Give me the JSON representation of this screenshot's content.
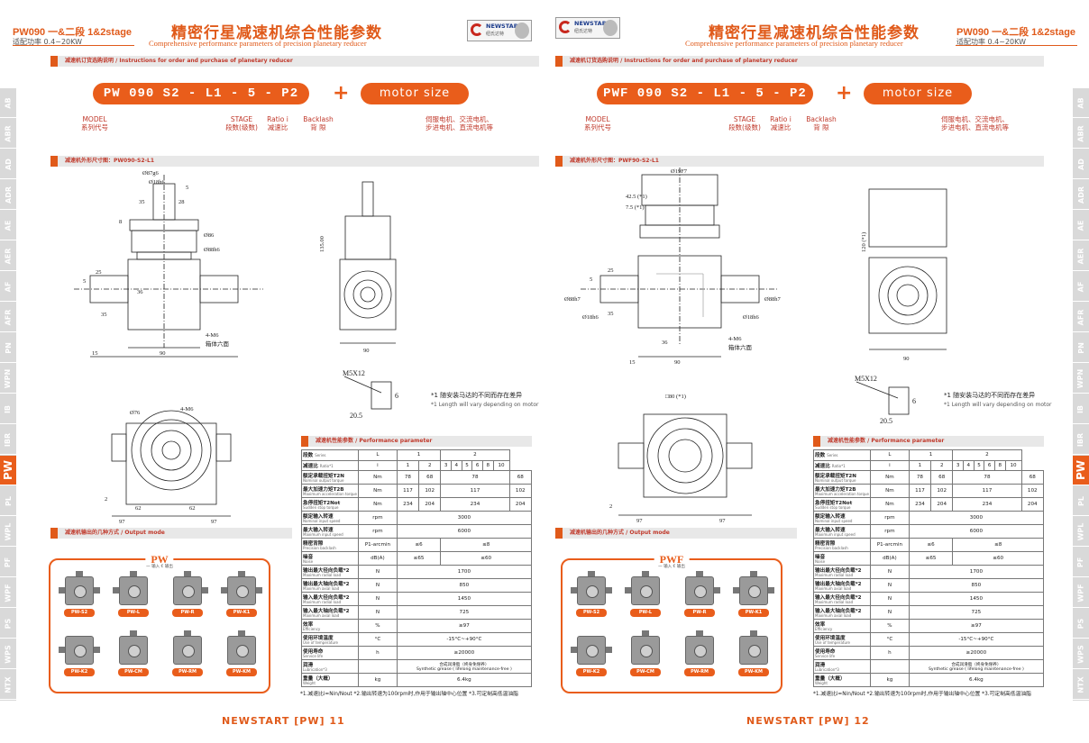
{
  "pages": [
    {
      "model_header": "PW090 一&二段 1&2stage",
      "power_range": "适配功率  0.4~20KW",
      "title_cn": "精密行星减速机综合性能参数",
      "title_en": "Comprehensive performance parameters of precision planetary reducer",
      "logo": {
        "brand": "NEWSTART",
        "sub_cn": "纽氏达特"
      },
      "order_section": "减速机订货选购说明  / Instructions for order and purchase of planetary reducer",
      "order_code": "PW 090  S2 -  L1 -  5 -  P2",
      "plus": "+",
      "motor_size": "motor size",
      "labels": {
        "model": "MODEL\n系列代号",
        "stage": "STAGE\n段数(级数)",
        "ratio": "Ratio i\n减速比",
        "backlash": "Backlash\n背  隙",
        "motor": "伺服电机、交流电机、\n步进电机、直流电机等"
      },
      "dim_section": "减速机外形尺寸图：PW090-S2-L1",
      "dims": {
        "d1": "Ø87g6",
        "d2": "Ø18h6",
        "d3": "35",
        "d4": "28",
        "d5": "5",
        "d6": "8",
        "d7": "Ø86",
        "d8": "Ø88h6",
        "d9": "25",
        "d10": "5",
        "d11": "36",
        "d12": "35",
        "d13": "90",
        "d14": "15",
        "d15": "4-M6",
        "d16": "箱体六面",
        "d17": "135.00",
        "d18": "M5X12",
        "d19": "20.5",
        "d20": "6",
        "d21": "Ø76",
        "d22": "62",
        "d23": "97",
        "d24": "2"
      },
      "length_note_cn": "*1 随安装马达的不同而存在差异",
      "length_note_en": "*1 Length will vary depending on motor",
      "perf_section": "减速机性能参数  / Performance parameter",
      "output_section": "减速机输出的几种方式  / Output mode",
      "output_title": "PW",
      "output_legend": "一 输入  € 输出",
      "output_tags": [
        "PW-S2",
        "PW-L",
        "PW-R",
        "PW-K1",
        "PW-K2",
        "PW-CM",
        "PW-RM",
        "PW-KM"
      ],
      "footer_note": "*1.减速比i=Nin/Nout  *2.输出转速为100rpm时,作用于输出轴中心位置  *3.可定制高低温油脂",
      "page_footer": "NEWSTART [PW] 11"
    },
    {
      "model_header": "PW090 一&二段 1&2stage",
      "power_range": "适配功率  0.4~20KW",
      "title_cn": "精密行星减速机综合性能参数",
      "title_en": "Comprehensive performance parameters of precision planetary reducer",
      "logo": {
        "brand": "NEWSTART",
        "sub_cn": "纽氏达特"
      },
      "order_section": "减速机订货选购说明  / Instructions for order and purchase of planetary reducer",
      "order_code": "PWF 090  S2 -  L1 -  5 -  P2",
      "plus": "+",
      "motor_size": "motor size",
      "labels": {
        "model": "MODEL\n系列代号",
        "stage": "STAGE\n段数(级数)",
        "ratio": "Ratio i\n减速比",
        "backlash": "Backlash\n背  隙",
        "motor": "伺服电机、交流电机、\n步进电机、直流电机等"
      },
      "dim_section": "减速机外形尺寸图：PWF90-S2-L1",
      "dims": {
        "d1": "Ø19F7",
        "d2": "42.5 (*1)",
        "d3": "7.5 (*1)",
        "d4": "Ø88h7",
        "d5": "Ø18h6",
        "d6": "25",
        "d7": "5",
        "d8": "35",
        "d9": "36",
        "d10": "90",
        "d11": "15",
        "d12": "4-M6",
        "d13": "箱体六面",
        "d14": "120 (*1)",
        "d15": "M5X12",
        "d16": "20.5",
        "d17": "6",
        "d18": "□80 (*1)",
        "d19": "97",
        "d20": "2"
      },
      "length_note_cn": "*1 随安装马达的不同而存在差异",
      "length_note_en": "*1 Length will vary depending on motor",
      "perf_section": "减速机性能参数  / Performance parameter",
      "output_section": "减速机输出的几种方式  / Output mode",
      "output_title": "PWF",
      "output_legend": "一 输入  € 输出",
      "output_tags": [
        "PW-S2",
        "PW-L",
        "PW-R",
        "PW-K1",
        "PW-K2",
        "PW-CM",
        "PW-RM",
        "PW-KM"
      ],
      "footer_note": "*1.减速比i=Nin/Nout  *2.输出转速为100rpm时,作用于输出轴中心位置  *3.可定制高低温油脂",
      "page_footer": "NEWSTART [PW] 12"
    }
  ],
  "perf_table": {
    "head": [
      "段数",
      "Series",
      "L",
      "1",
      "2"
    ],
    "ratio_row": [
      "减速比",
      "Ratio*1",
      "i",
      "1",
      "2",
      "3",
      "4",
      "5",
      "6",
      "8",
      "10"
    ],
    "rows": [
      {
        "cn": "额定承载扭矩T2N",
        "en": "Nominal output torque",
        "unit": "Nm",
        "v": [
          "78",
          "68",
          "78",
          "68"
        ]
      },
      {
        "cn": "最大加速力矩T2B",
        "en": "Maximum acceleration torque",
        "unit": "Nm",
        "v": [
          "117",
          "102",
          "117",
          "102"
        ]
      },
      {
        "cn": "急停扭矩T2Not",
        "en": "Sudden stop torque",
        "unit": "Nm",
        "v": [
          "234",
          "204",
          "234",
          "204"
        ]
      },
      {
        "cn": "额定输入转速",
        "en": "Nominal input speed",
        "unit": "rpm",
        "v": [
          "3000"
        ]
      },
      {
        "cn": "最大输入转速",
        "en": "Maximum input speed",
        "unit": "rpm",
        "v": [
          "6000"
        ]
      },
      {
        "cn": "精密背隙",
        "en": "Precision backlash",
        "unit": "P1-arcmin",
        "v": [
          "≤6",
          "≤8"
        ]
      },
      {
        "cn": "噪音",
        "en": "Noise",
        "unit": "dB(A)",
        "v": [
          "≤65",
          "≤60"
        ]
      },
      {
        "cn": "输出最大径向负载*2",
        "en": "Maximum radial load",
        "unit": "N",
        "v": [
          "1700"
        ]
      },
      {
        "cn": "输出最大轴向负载*2",
        "en": "Maximum axial load",
        "unit": "N",
        "v": [
          "850"
        ]
      },
      {
        "cn": "输入最大径向负载*2",
        "en": "Maximum radial load",
        "unit": "N",
        "v": [
          "1450"
        ]
      },
      {
        "cn": "输入最大轴向负载*2",
        "en": "Maximum axial load",
        "unit": "N",
        "v": [
          "725"
        ]
      },
      {
        "cn": "效率",
        "en": "Efficiency",
        "unit": "%",
        "v": [
          "≥97"
        ]
      },
      {
        "cn": "使用环境温度",
        "en": "Use of temperature",
        "unit": "°C",
        "v": [
          "-15°C~+90°C"
        ]
      },
      {
        "cn": "使用寿命",
        "en": "Service life",
        "unit": "h",
        "v": [
          "≥20000"
        ]
      },
      {
        "cn": "润滑",
        "en": "Lubrication*3",
        "unit": "",
        "v": [
          "合成润滑脂（终身免保养）",
          "Synthetic grease ( lifelong maintenance-free )"
        ]
      },
      {
        "cn": "重量（大概）",
        "en": "Weight",
        "unit": "kg",
        "v": [
          "6.4kg"
        ]
      }
    ]
  },
  "side_tabs": [
    "AB",
    "ABR",
    "AD",
    "ADR",
    "AE",
    "AER",
    "AF",
    "AFR",
    "PN",
    "WPN",
    "IB",
    "IBR",
    "PW",
    "PL",
    "WPL",
    "PF",
    "WPF",
    "PS",
    "WPS",
    "NTX"
  ],
  "active_tab": "PW"
}
